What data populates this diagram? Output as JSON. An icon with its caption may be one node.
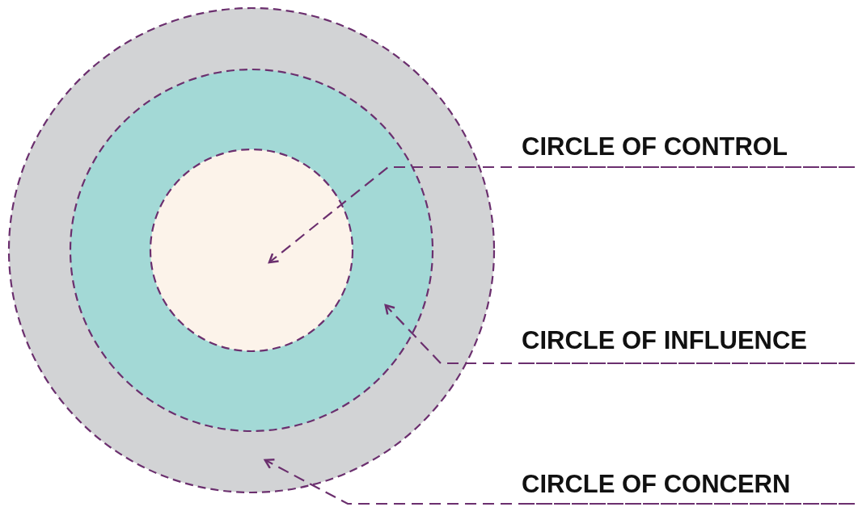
{
  "diagram": {
    "nodes": [
      {
        "text": [],
        "shape": "circle"
      },
      {
        "text": [],
        "shape": "circle",
        "in": 0
      },
      {
        "text": [],
        "shape": "circle",
        "in": 1
      },
      {
        "text": [
          "CIRCLE OF CONTROL"
        ]
      },
      {
        "text": [
          "CIRCLE OF INFLUENCE"
        ]
      },
      {
        "text": [
          "CIRCLE OF CONCERN"
        ]
      }
    ],
    "edges": [
      {
        "from": 3,
        "to": 2,
        "arrow": "to",
        "style": "dashed"
      },
      {
        "from": 4,
        "to": 1,
        "arrow": "to",
        "style": "dashed"
      },
      {
        "from": 5,
        "to": 0,
        "arrow": "to",
        "style": "dashed"
      }
    ]
  }
}
